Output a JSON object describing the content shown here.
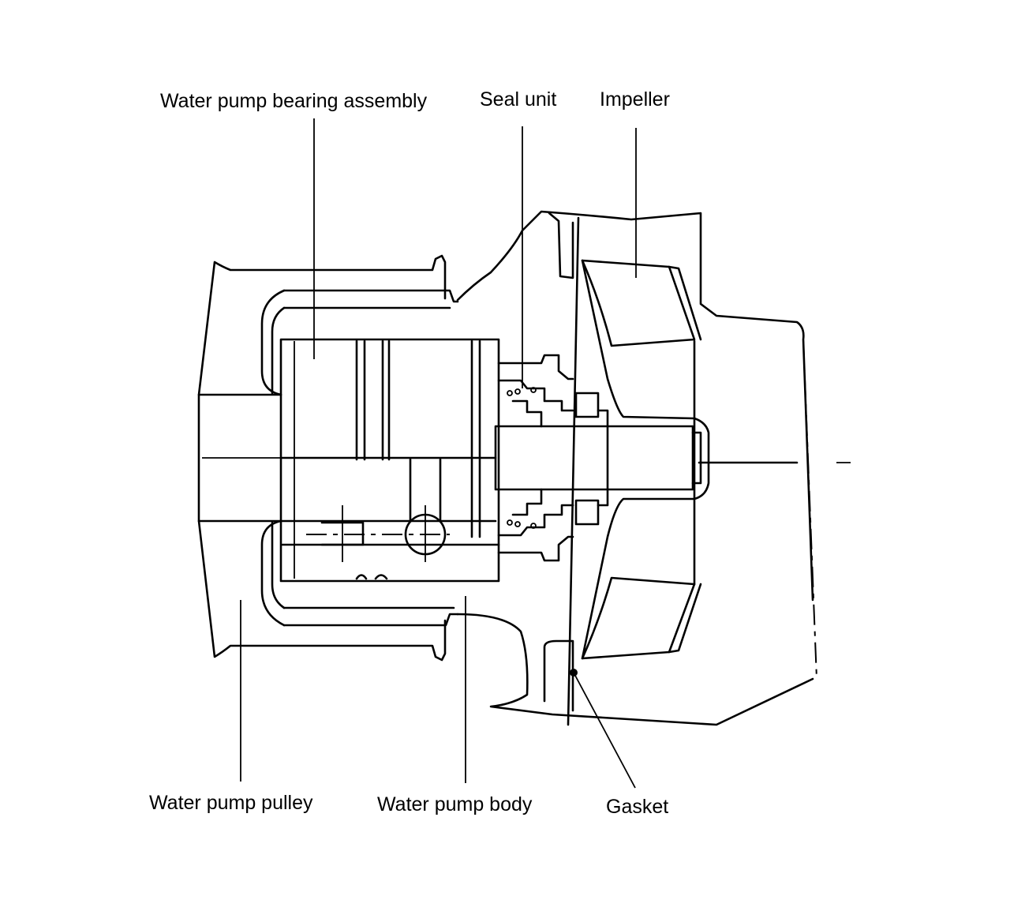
{
  "labels": {
    "bearing_assembly": "Water pump bearing assembly",
    "seal_unit": "Seal unit",
    "impeller": "Impeller",
    "pulley": "Water pump pulley",
    "body": "Water pump body",
    "gasket": "Gasket"
  },
  "colors": {
    "line": "#000000",
    "background": "#ffffff"
  }
}
